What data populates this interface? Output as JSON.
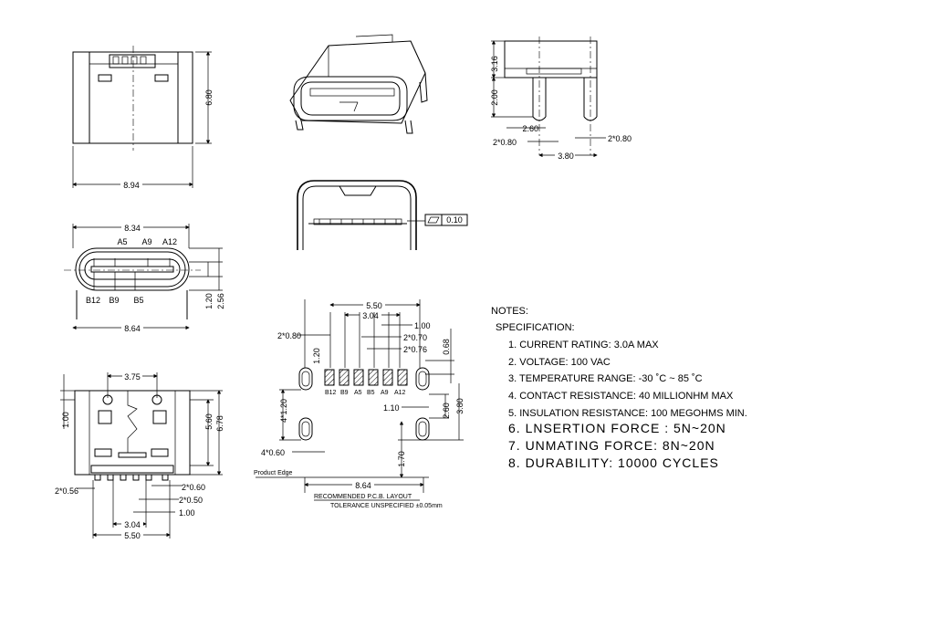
{
  "drawing": {
    "front_view": {
      "width": "8.94",
      "height": "6.80"
    },
    "mouth_view": {
      "width": "8.34",
      "overall": "8.64",
      "height_inner": "1.20",
      "height_outer": "2.56",
      "pins_top": [
        "A5",
        "A9",
        "A12"
      ],
      "pins_bottom": [
        "B12",
        "B9",
        "B5"
      ]
    },
    "bottom_view": {
      "hole_pitch": "3.75",
      "offset": "1.00",
      "height_inner": "5.60",
      "height_outer": "6.78",
      "dims_bottom": [
        "2*0.56",
        "2*0.60",
        "2*0.50",
        "1.00",
        "3.04",
        "5.50"
      ]
    },
    "flatness": {
      "symbol": "flatness",
      "value": "0.10"
    },
    "side_view": {
      "top_height": "3.16",
      "leg_height": "2.00",
      "pitch_a": "2.60",
      "pitch_b": "3.80",
      "leg_left": "2*0.80",
      "leg_right": "2*0.80"
    },
    "pcb_layout": {
      "dims_top": [
        "5.50",
        "3.04",
        "1.00",
        "2*0.70",
        "2*0.76"
      ],
      "pad_width": "2*0.80",
      "pad_height": "1.20",
      "pad_offset": "0.68",
      "hole_pitch_v": "4*1.20",
      "hole_width": "4*0.60",
      "dim_110": "1.10",
      "dim_260": "2.60",
      "dim_380": "3.80",
      "dim_170": "1.70",
      "overall": "8.64",
      "pad_labels": [
        "B12",
        "B9",
        "A5",
        "B5",
        "A9",
        "A12"
      ],
      "product_edge": "Product Edge",
      "title": "RECOMMENDED   P.C.B. LAYOUT",
      "tolerance": "TOLERANCE  UNSPECIFIED  ±0.05mm"
    }
  },
  "notes": {
    "heading": "NOTES:",
    "subheading": "SPECIFICATION:",
    "items": [
      "1. CURRENT RATING: 3.0A MAX",
      "2. VOLTAGE: 100 VAC",
      "3. TEMPERATURE RANGE: -30 ˚C ~ 85 ˚C",
      "4. CONTACT RESISTANCE: 40 MILLIONHM MAX",
      "5. INSULATION RESISTANCE: 100 MEGOHMS MIN.",
      "6.  LNSERTION  FORCE  :  5N~20N",
      "7.  UNMATING  FORCE:  8N~20N",
      "8.  DURABILITY:    10000  CYCLES"
    ]
  }
}
